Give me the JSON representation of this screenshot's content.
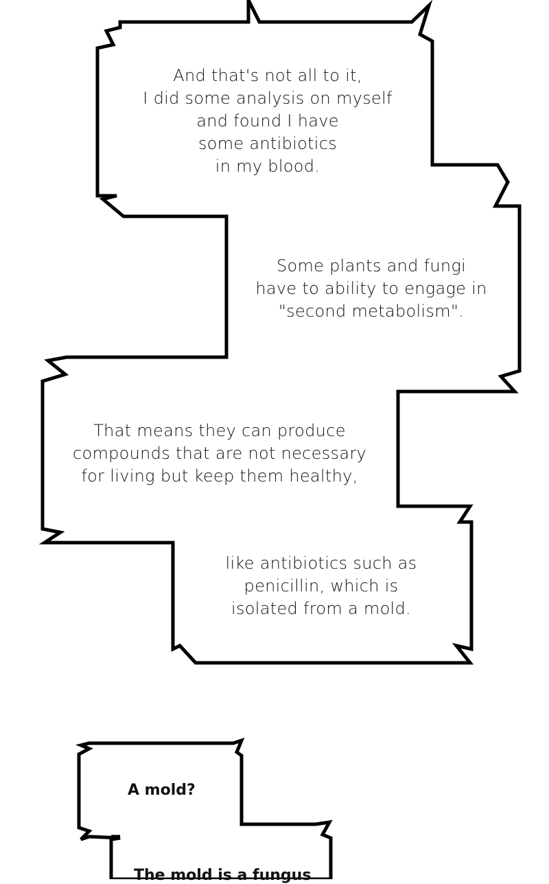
{
  "bubbles": {
    "large": [
      {
        "lines": [
          "And that's not all to it,",
          "I did some analysis on myself",
          "and found I have",
          "some antibiotics",
          "in my blood."
        ]
      },
      {
        "lines": [
          "Some plants and fungi",
          "have to ability to engage in",
          "\"second metabolism\"."
        ]
      },
      {
        "lines": [
          "That means they can produce",
          "compounds that are not necessary",
          "for living but keep them healthy,"
        ]
      },
      {
        "lines": [
          "like antibiotics such as",
          "penicillin, which is",
          "isolated from a mold."
        ]
      }
    ],
    "small": [
      {
        "text": "A mold?"
      },
      {
        "text": "The mold is a fungus"
      }
    ]
  }
}
